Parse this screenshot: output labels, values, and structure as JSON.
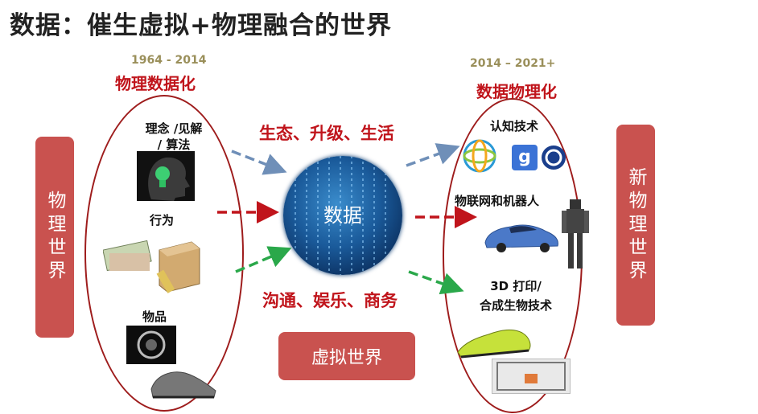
{
  "title": "数据：催生虚拟+物理融合的世界",
  "left_era": {
    "years": "1964 - 2014",
    "heading": "物理数据化"
  },
  "right_era": {
    "years": "2014 – 2021+",
    "heading": "数据物理化"
  },
  "left_box": "物理世界",
  "right_box": "新物理世界",
  "left_items": {
    "idea": "理念 /见解\n/ 算法",
    "behavior": "行为",
    "goods": "物品"
  },
  "right_items": {
    "cognitive": "认知技术",
    "iot": "物联网和机器人",
    "print": "3D 打印/\n合成生物技术"
  },
  "center": {
    "hub": "数据",
    "top_text": "生态、升级、生活",
    "bottom_text": "沟通、娱乐、商务",
    "virtual_box": "虚拟世界"
  },
  "colors": {
    "accent_red": "#c0141b",
    "box_red": "#c9524f",
    "arrow_blue": "#6f8fb8",
    "arrow_green": "#2aa84a",
    "arrow_red": "#c0141b"
  }
}
